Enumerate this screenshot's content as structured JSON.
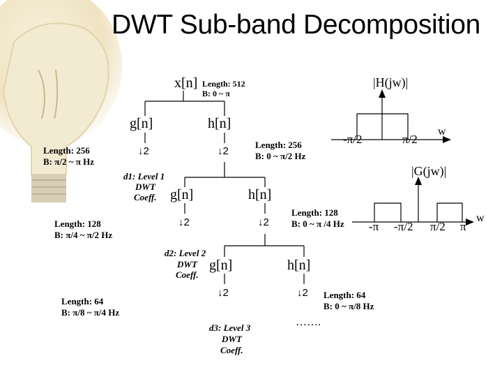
{
  "title": "DWT Sub-band Decomposition",
  "input": {
    "signal": "x[n]",
    "length": "Length: 512",
    "band": "B: 0 ~ π"
  },
  "filters": {
    "low": "g[n]",
    "high": "h[n]",
    "downsample": "2"
  },
  "level1": {
    "low_length": "Length: 256",
    "low_band": "B: π/2 ~ π Hz",
    "high_length": "Length: 256",
    "high_band": "B: 0 ~ π/2 Hz",
    "coeff": [
      "d1: Level 1",
      "DWT",
      "Coeff."
    ]
  },
  "level2": {
    "low_length": "Length: 128",
    "low_band": "B: π/4 ~ π/2 Hz",
    "high_length": "Length: 128",
    "high_band": "B: 0 ~ π /4 Hz",
    "coeff": [
      "d2: Level 2",
      "DWT",
      "Coeff."
    ]
  },
  "level3": {
    "low_length": "Length: 64",
    "low_band": "B: π/8 ~ π/4 Hz",
    "high_length": "Length: 64",
    "high_band": "B: 0 ~ π/8 Hz",
    "coeff": [
      "d3: Level 3",
      "DWT",
      "Coeff."
    ],
    "continuation": "……."
  },
  "plots": {
    "H": {
      "title": "|H(jw)|",
      "ticks": [
        "-π/2",
        "π/2"
      ],
      "axis": "w"
    },
    "G": {
      "title": "|G(jw)|",
      "ticks": [
        "-π",
        "-π/2",
        "π/2",
        "π"
      ],
      "axis": "w"
    }
  }
}
